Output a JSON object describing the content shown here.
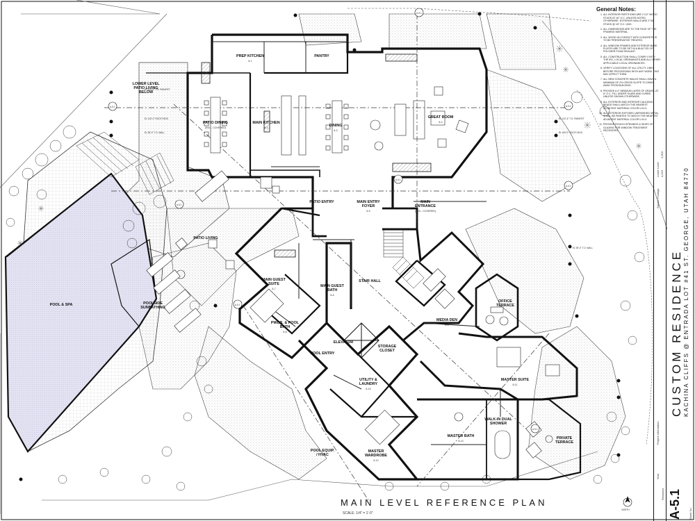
{
  "title": "MAIN LEVEL REFERENCE PLAN",
  "scale_note": "SCALE: 1/4\" = 1'-0\"",
  "north_label": "NORTH",
  "title_block": {
    "project": "CUSTOM RESIDENCE",
    "address": "KACHINA CLIFFS @ ENTRADA LOT #41   ST. GEORGE, UTAH 84770",
    "sheet_no_label": "Sheet No.",
    "sheet_no": "A-5.1",
    "project_info_label": "Project Information",
    "square_footage_label": "Square Footage",
    "sf_main": "4,153",
    "sf_lower_label": "Lower Level",
    "sf_lower": "2,603",
    "seal_label": "Seal",
    "revisions_label": "Revisions",
    "issued_label": "Issued for"
  },
  "general_notes": {
    "heading": "General Notes:",
    "items": [
      "ALL INTERIOR PARTITIONS ARE 2 1/2\" WOOD STUDS AT 16\" O.C. UNLESS NOTED OTHERWISE. EXTERIOR WALLS ARE 2\"X6\" STUDS @ 16\" O.C. UNO.",
      "ALL DIMENSIONS ARE TO THE FACE OF THE FRAMING MATERIAL.",
      "ALL WOOD IN CONTACT WITH CONCRETE IS TO BE PRESERVATIVE TREATED.",
      "ALL WINDOW FRAMES AND EXTERIOR BASE PLATES ARE TO BE SET IN A BUILT-ED OF POLYMER FOAM SEALANT.",
      "ALL CONSTRUCTION SHALL COMPLY WITH THE IRC, LOCAL ORDINANCES AND ALL OTHER APPLICABLE LOCAL ORDINANCES.",
      "VERIFY LOCATIONS OF ALL UTILITY LINES BEFORE PROCEEDING WITH ANY WORK THAT MAY AFFECT THEM.",
      "ALL NEW CONCRETE WALKS SHALL HAVE A MINIMUM OF 2% CROSS SLOPE TO DRAIN AWAY FROM BUILDING.",
      "PROVIDE A 4\" MINIMUM LAYER OF GRAVEL AT 6\" O.C. FILL UNDER SLABS AND CURBS UNLESS SHOWN OTHERWISE.",
      "ALL EXTERIOR AND INTERIOR CAULKING BEADS SHALL MATCH THE NEAREST ADJACENT MATERIAL COLOR U.N.O.",
      "ALL EXTERIOR EXPOSED UNFINISHED METAL SHALL BE PAINTED TO MATCH THE NEAREST ADJACENT MATERIAL COLOR U.N.O.",
      "PROVIDE ROUGH OPENINGS & SIDES OF GLAZING FOR WINDOW TREATMENT RECEIVERS."
    ]
  },
  "rooms": [
    {
      "name": "PREP KITCHEN",
      "sub": "8-1"
    },
    {
      "name": "PANTRY",
      "sub": ""
    },
    {
      "name": "PATIO DINING",
      "sub": "(INCL. COVERED)"
    },
    {
      "name": "MAIN KITCHEN",
      "sub": "8-2"
    },
    {
      "name": "DINING",
      "sub": "8-3"
    },
    {
      "name": "GREAT ROOM",
      "sub": "8-4"
    },
    {
      "name": "PATIO ENTRY",
      "sub": ""
    },
    {
      "name": "MAIN ENTRY FOYER",
      "sub": "8-5"
    },
    {
      "name": "MAIN ENTRANCE",
      "sub": "(INCL. COVERED)"
    },
    {
      "name": "PATIO LIVING",
      "sub": ""
    },
    {
      "name": "MAIN GUEST BATH",
      "sub": "8-6"
    },
    {
      "name": "STAIR HALL",
      "sub": ""
    },
    {
      "name": "MAIN GUEST SUITE",
      "sub": "8-7"
    },
    {
      "name": "POOL & SPA",
      "sub": ""
    },
    {
      "name": "POOLSIDE SUNBATHING",
      "sub": ""
    },
    {
      "name": "PWDR. & POOL BATH",
      "sub": "8-8"
    },
    {
      "name": "MEDIA DEN",
      "sub": "8-9"
    },
    {
      "name": "OFFICE TERRACE",
      "sub": ""
    },
    {
      "name": "ELEVATOR",
      "sub": ""
    },
    {
      "name": "POOL ENTRY",
      "sub": ""
    },
    {
      "name": "UTILITY & LAUNDRY",
      "sub": "8-10"
    },
    {
      "name": "MASTER SUITE",
      "sub": "8-11"
    },
    {
      "name": "POOL EQUIP. / HVAC",
      "sub": ""
    },
    {
      "name": "MASTER WARDROBE",
      "sub": "8-12"
    },
    {
      "name": "MASTER BATH",
      "sub": "8-13"
    },
    {
      "name": "PRIVATE TERRACE",
      "sub": ""
    },
    {
      "name": "LOWER LEVEL PATIO LIVING BELOW",
      "sub": ""
    },
    {
      "name": "STORAGE CLOSET",
      "sub": ""
    },
    {
      "name": "WALK-IN DUAL SHOWER",
      "sub": ""
    }
  ],
  "elevation_tags": [
    "EL 101'-0\" T.O. PARAPET",
    "EL 100'-0\" ROOF DECK",
    "EL 98'-0\" T.O. WALL",
    "EL 102'-6\" T.O. PARAPET",
    "EL 100'-0\" ROOF DECK",
    "EL 98'-0\" T.O. WALL"
  ],
  "section_tags": [
    "A-5.1",
    "A-5.1",
    "A-5.1",
    "A-5.1",
    "A-5.1",
    "A-5.1",
    "A-5.1",
    "A-5.1"
  ],
  "colors": {
    "wall": "#111111",
    "hatch": "#8a8a8a",
    "pool": "#dcdcf0",
    "paver": "#c8c8c8"
  }
}
